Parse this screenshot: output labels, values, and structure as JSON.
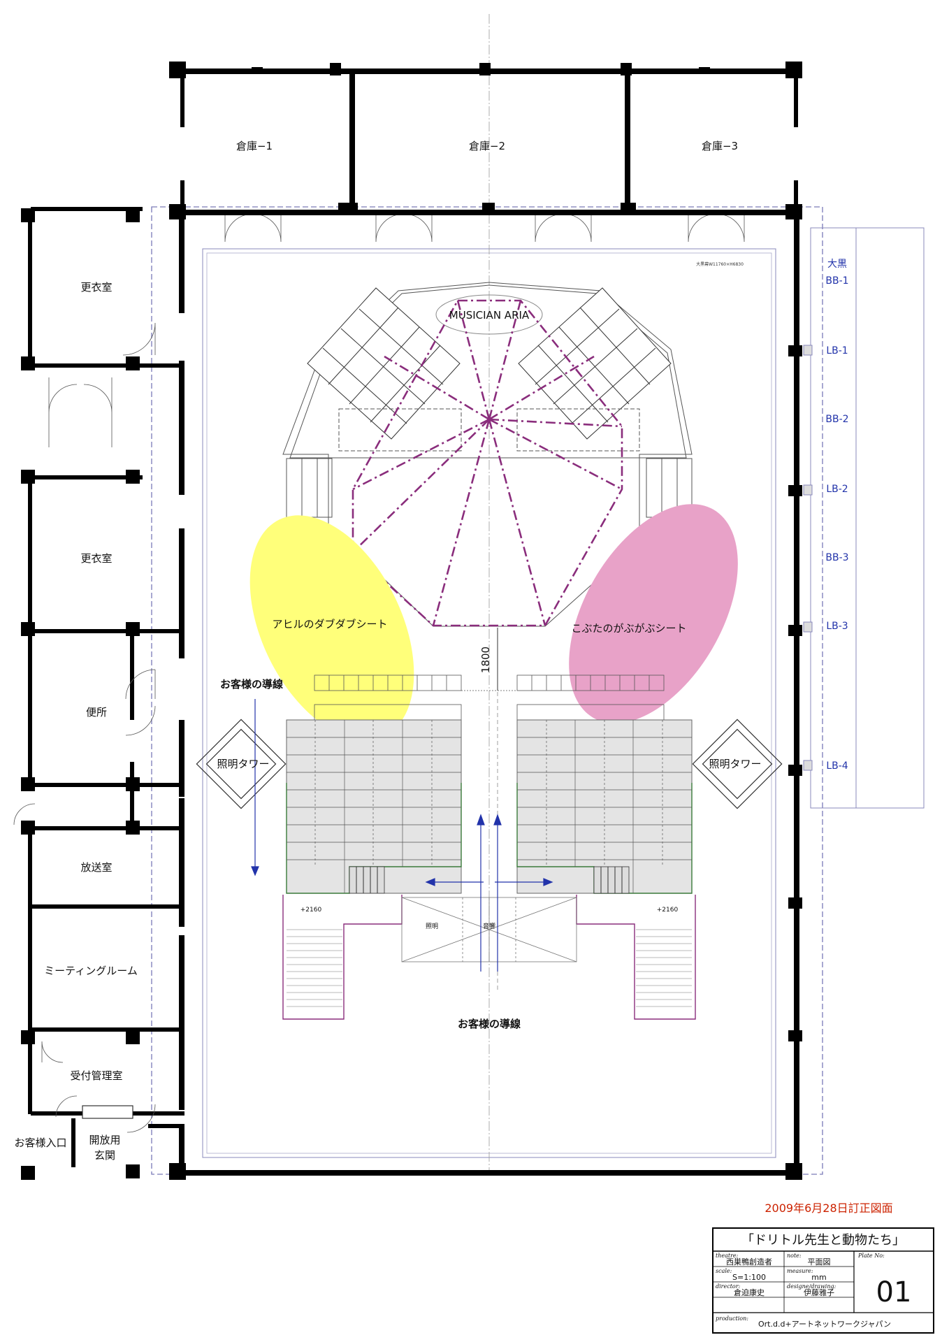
{
  "rooms": {
    "storage1": "倉庫−1",
    "storage2": "倉庫−2",
    "storage3": "倉庫−3",
    "dressing1": "更衣室",
    "dressing2": "更衣室",
    "toilet": "便所",
    "broadcast": "放送室",
    "meeting": "ミーティングルーム",
    "reception": "受付管理室",
    "entrance": "お客様入口",
    "foyer_line1": "開放用",
    "foyer_line2": "玄関"
  },
  "stage": {
    "musician_area": "MUSICIAN ARIA",
    "duck_seats": "アヒルのダブダブシート",
    "piglet_seats": "こぶたのがぶがぶシート",
    "light_tower_left": "照明タワー",
    "light_tower_right": "照明タワー",
    "dimension": "1800",
    "audience_flow_top": "お客様の導線",
    "audience_flow_bottom": "お客様の導線",
    "level_left": "+2160",
    "level_right": "+2160",
    "booth_lighting": "照明",
    "booth_sound": "音響",
    "curtain_note": "大黒幕W11760×H6830"
  },
  "markers": {
    "header": "大黒",
    "items": [
      "BB-1",
      "LB-1",
      "BB-2",
      "LB-2",
      "BB-3",
      "LB-3",
      "LB-4"
    ]
  },
  "revision": "2009年6月28日訂正図面",
  "titleblock": {
    "title": "「ドリトル先生と動物たち」",
    "theatre_label": "theatre:",
    "theatre": "西巣鴨創造者",
    "note_label": "note:",
    "note": "平面図",
    "plate_label": "Plate No:",
    "plate": "01",
    "scale_label": "scale:",
    "scale": "S=1:100",
    "measure_label": "measure:",
    "measure": "mm",
    "director_label": "director:",
    "director": "倉迫康史",
    "designer_label": "designe/drawing:",
    "designer": "伊藤雅子",
    "production_label": "production:",
    "production": "Ort.d.d+アートネットワークジャパン"
  },
  "colors": {
    "wall": "#000000",
    "duck_zone": "#ffff7a",
    "piglet_zone": "#e8a2c8",
    "truss": "#8a2d7c",
    "seating": "#e4e4e4",
    "markers": "#2233aa",
    "revision": "#cc2200"
  }
}
